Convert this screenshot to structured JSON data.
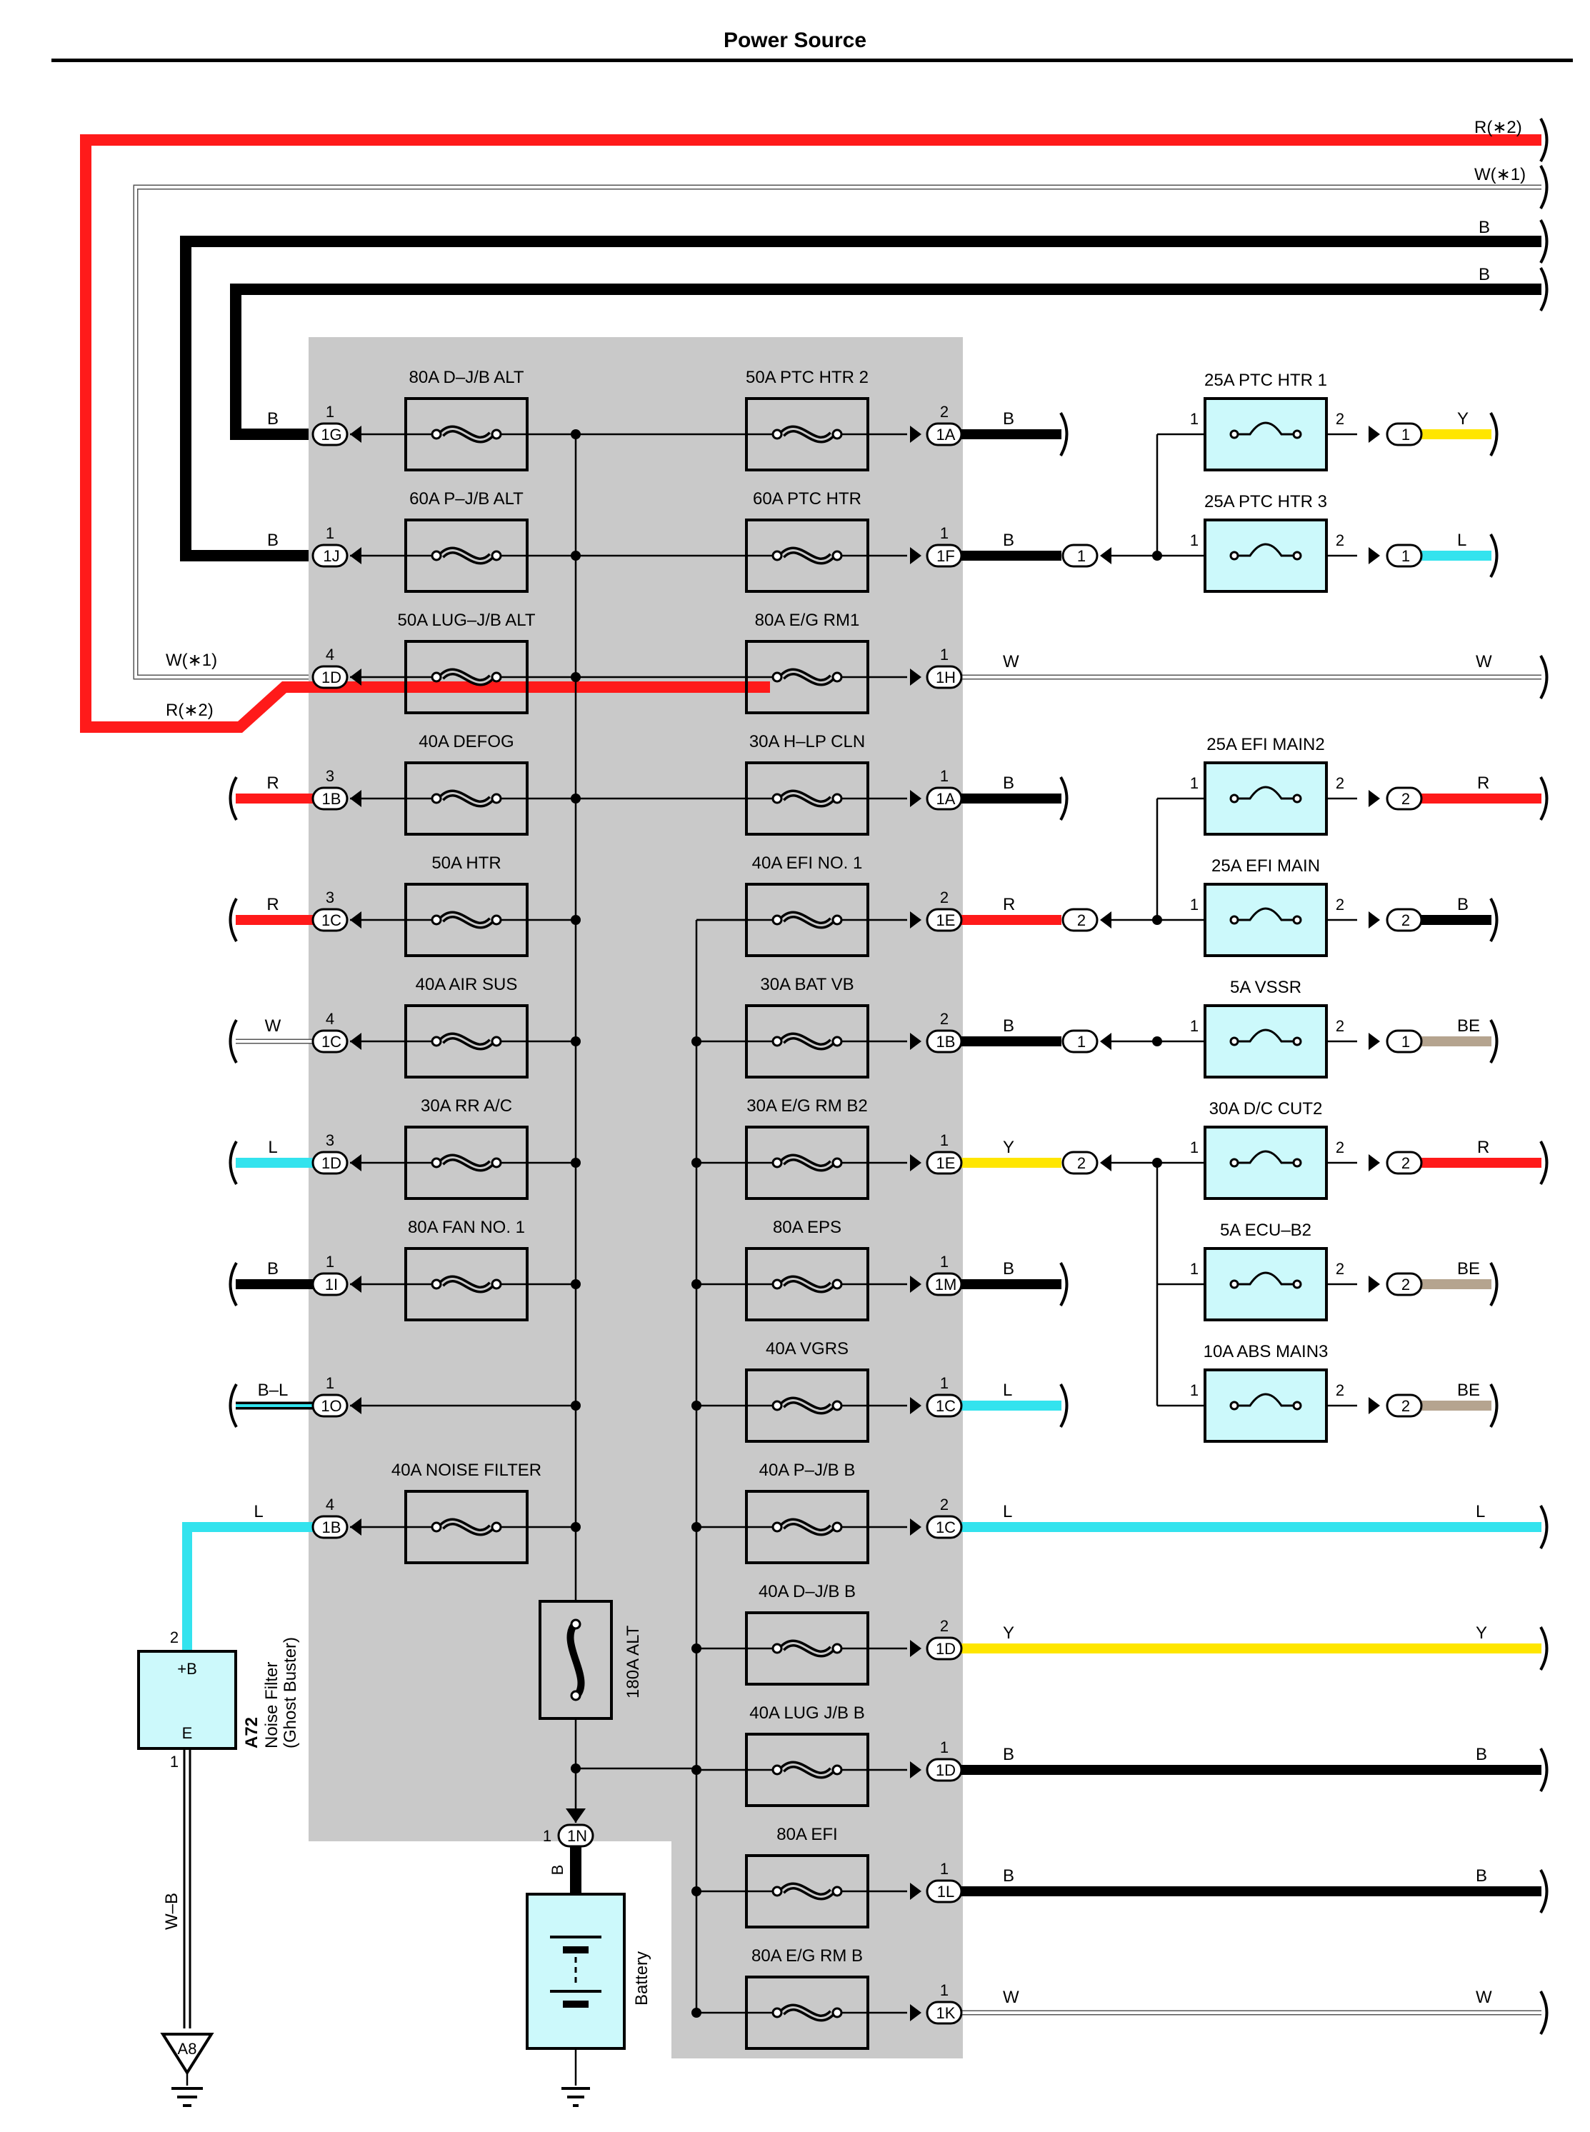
{
  "title": "Power Source",
  "colors": {
    "R": "#ff1a1a",
    "Y": "#ffe600",
    "L": "#33e3ee",
    "BE": "#b5a48f",
    "B": "#000000",
    "W": "#ffffff",
    "fuse_fill": "#ccf9fb",
    "jb_panel": "#c9c9c9"
  },
  "wire_labels": {
    "R2": "R(∗2)",
    "W1": "W(∗1)",
    "B": "B",
    "R": "R",
    "W": "W",
    "L": "L",
    "Y": "Y",
    "BE": "BE",
    "BL": "B–L",
    "WB": "W–B"
  },
  "left_fuses": [
    {
      "label": "80A D–J/B ALT",
      "pin": "1",
      "conn": "1G",
      "wire": "B"
    },
    {
      "label": "60A P–J/B ALT",
      "pin": "1",
      "conn": "1J",
      "wire": "B"
    },
    {
      "label": "50A LUG–J/B ALT",
      "pin": "4",
      "conn": "1D",
      "wire": "W"
    },
    {
      "label": "40A DEFOG",
      "pin": "3",
      "conn": "1B",
      "wire": "R"
    },
    {
      "label": "50A HTR",
      "pin": "3",
      "conn": "1C",
      "wire": "R"
    },
    {
      "label": "40A AIR SUS",
      "pin": "4",
      "conn": "1C",
      "wire": "W"
    },
    {
      "label": "30A RR A/C",
      "pin": "3",
      "conn": "1D",
      "wire": "L"
    },
    {
      "label": "80A FAN NO. 1",
      "pin": "1",
      "conn": "1I",
      "wire": "B"
    },
    {
      "label": "",
      "pin": "1",
      "conn": "1O",
      "wire": "BL"
    },
    {
      "label": "40A NOISE FILTER",
      "pin": "4",
      "conn": "1B",
      "wire": "L"
    }
  ],
  "right_fuses": [
    {
      "label": "50A PTC HTR 2",
      "pin": "2",
      "conn": "1A",
      "wire": "B"
    },
    {
      "label": "60A PTC HTR",
      "pin": "1",
      "conn": "1F",
      "wire": "B"
    },
    {
      "label": "80A E/G RM1",
      "pin": "1",
      "conn": "1H",
      "wire": "W"
    },
    {
      "label": "30A H–LP CLN",
      "pin": "1",
      "conn": "1A",
      "wire": "B"
    },
    {
      "label": "40A EFI NO. 1",
      "pin": "2",
      "conn": "1E",
      "wire": "R"
    },
    {
      "label": "30A BAT VB",
      "pin": "2",
      "conn": "1B",
      "wire": "B"
    },
    {
      "label": "30A E/G RM B2",
      "pin": "1",
      "conn": "1E",
      "wire": "Y"
    },
    {
      "label": "80A EPS",
      "pin": "1",
      "conn": "1M",
      "wire": "B"
    },
    {
      "label": "40A VGRS",
      "pin": "1",
      "conn": "1C",
      "wire": "L"
    },
    {
      "label": "40A P–J/B B",
      "pin": "2",
      "conn": "1C",
      "wire": "L"
    },
    {
      "label": "40A D–J/B B",
      "pin": "2",
      "conn": "1D",
      "wire": "Y"
    },
    {
      "label": "40A LUG J/B B",
      "pin": "1",
      "conn": "1D",
      "wire": "B"
    },
    {
      "label": "80A EFI",
      "pin": "1",
      "conn": "1L",
      "wire": "B"
    },
    {
      "label": "80A E/G RM B",
      "pin": "1",
      "conn": "1K",
      "wire": "W"
    }
  ],
  "small_fuses": [
    {
      "label": "25A PTC HTR 1",
      "pin_in": "1",
      "pin_out": "2",
      "conn": "1",
      "wire": "Y"
    },
    {
      "label": "25A PTC HTR 3",
      "pin_in": "1",
      "pin_out": "2",
      "conn": "1",
      "wire": "L"
    },
    {
      "label": "25A EFI MAIN2",
      "pin_in": "1",
      "pin_out": "2",
      "conn": "2",
      "wire": "R"
    },
    {
      "label": "25A EFI MAIN",
      "pin_in": "1",
      "pin_out": "2",
      "conn": "2",
      "wire": "B"
    },
    {
      "label": "5A VSSR",
      "pin_in": "1",
      "pin_out": "2",
      "conn": "1",
      "wire": "BE"
    },
    {
      "label": "30A D/C CUT2",
      "pin_in": "1",
      "pin_out": "2",
      "conn": "2",
      "wire": "R"
    },
    {
      "label": "5A ECU–B2",
      "pin_in": "1",
      "pin_out": "2",
      "conn": "2",
      "wire": "BE"
    },
    {
      "label": "10A ABS MAIN3",
      "pin_in": "1",
      "pin_out": "2",
      "conn": "2",
      "wire": "BE"
    }
  ],
  "inline_conns": [
    "1",
    "2",
    "1",
    "2"
  ],
  "main_fuse": {
    "label": "180A ALT"
  },
  "battery": {
    "label": "Battery",
    "pin": "1",
    "conn": "1N",
    "wire": "B"
  },
  "noise_filter": {
    "code": "A72",
    "name": "Noise Filter",
    "sub": "(Ghost Buster)",
    "pin_top": "2",
    "pin_bottom": "1",
    "term_top": "+B",
    "term_bottom": "E",
    "wire_out": "W–B"
  },
  "ground": {
    "code": "A8"
  }
}
